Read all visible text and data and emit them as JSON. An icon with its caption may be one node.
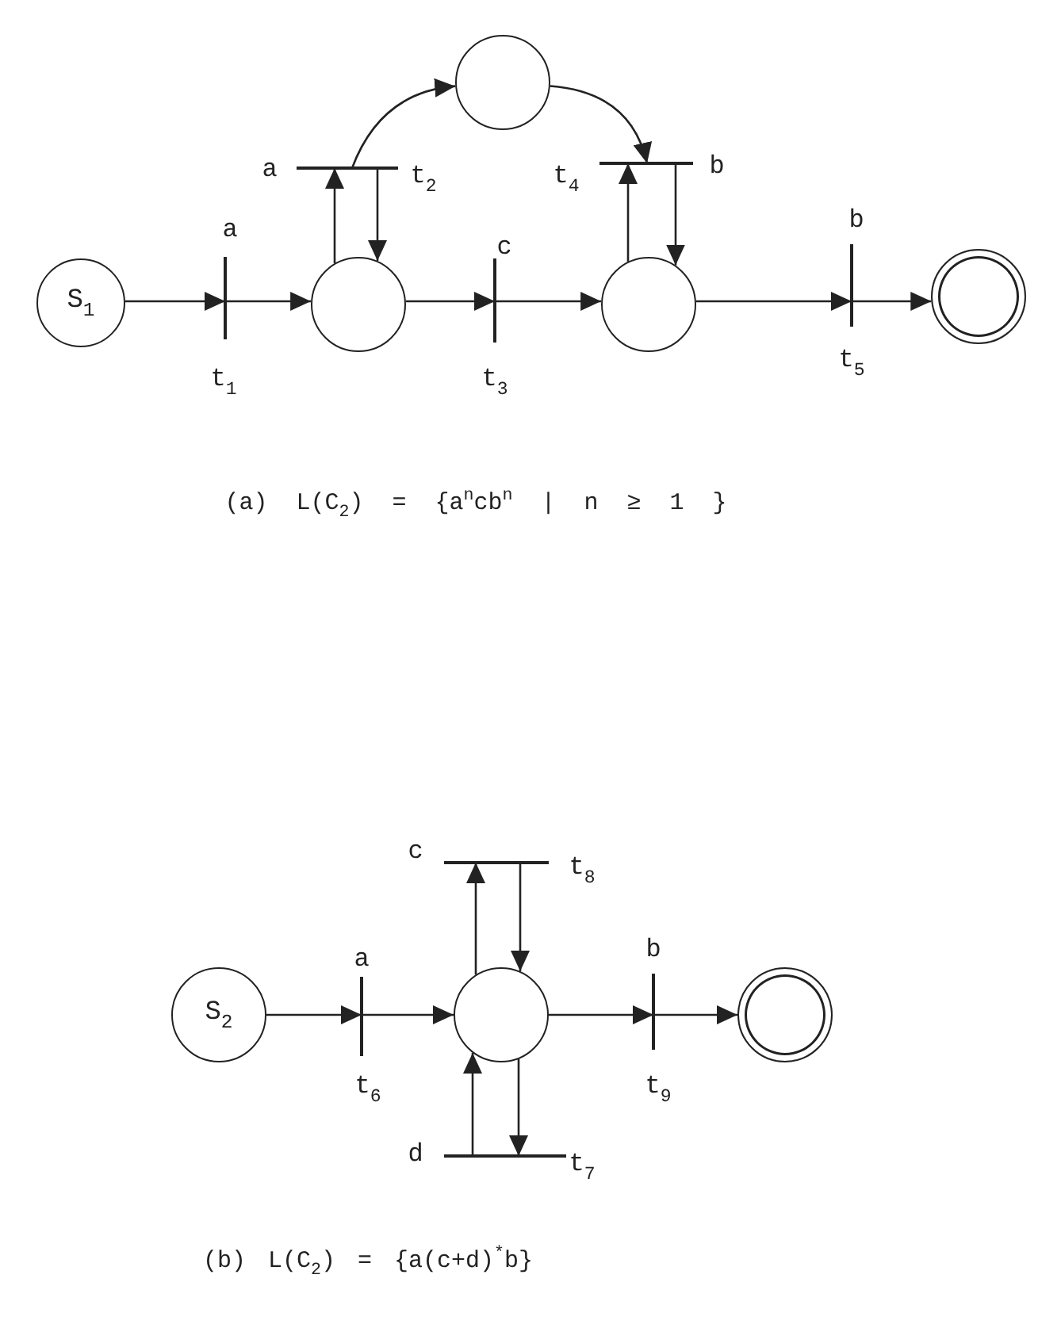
{
  "diagram": {
    "nodes": [
      {
        "text": [],
        "shape": "circle"
      },
      {
        "text": [],
        "shape": "bar",
        "beside": [
          "a",
          "t$_{2}$"
        ]
      },
      {
        "text": [],
        "shape": "bar",
        "beside": [
          "t$_{4}$",
          "b"
        ]
      },
      {
        "text": [
          "S$_{1}$"
        ]
      },
      {
        "text": [],
        "shape": "bar",
        "beside": [
          "a",
          "t$_{1}$"
        ]
      },
      {
        "text": [],
        "shape": "circle"
      },
      {
        "text": [],
        "shape": "bar",
        "beside": [
          "c",
          "t$_{3}$"
        ]
      },
      {
        "text": [],
        "shape": "circle"
      },
      {
        "text": [],
        "shape": "bar",
        "beside": [
          "b",
          "t$_{5}$"
        ]
      },
      {
        "text": [],
        "shape": "double-circle"
      },
      {
        "text": [],
        "shape": "bar",
        "beside": [
          "c",
          "t$_{8}$"
        ]
      },
      {
        "text": [
          "S$_{2}$"
        ]
      },
      {
        "text": [],
        "shape": "bar",
        "beside": [
          "a",
          "t$_{6}$"
        ]
      },
      {
        "text": [],
        "shape": "circle"
      },
      {
        "text": [],
        "shape": "bar",
        "beside": [
          "b",
          "t$_{9}$"
        ]
      },
      {
        "text": [],
        "shape": "double-circle"
      },
      {
        "text": [],
        "shape": "bar",
        "beside": [
          "d",
          "t$_{7}$"
        ]
      }
    ],
    "edges": [
      {
        "from": 3,
        "to": 4,
        "arrow": "to"
      },
      {
        "from": 4,
        "to": 5,
        "arrow": "to"
      },
      {
        "from": 5,
        "to": 1,
        "arrow": "to"
      },
      {
        "from": 1,
        "to": 5,
        "arrow": "to"
      },
      {
        "from": 1,
        "to": 0,
        "arrow": "to"
      },
      {
        "from": 0,
        "to": 2,
        "arrow": "to"
      },
      {
        "from": 7,
        "to": 2,
        "arrow": "to"
      },
      {
        "from": 2,
        "to": 7,
        "arrow": "to"
      },
      {
        "from": 5,
        "to": 6,
        "arrow": "to"
      },
      {
        "from": 6,
        "to": 7,
        "arrow": "to"
      },
      {
        "from": 7,
        "to": 8,
        "arrow": "to"
      },
      {
        "from": 8,
        "to": 9,
        "arrow": "to"
      },
      {
        "from": 11,
        "to": 12,
        "arrow": "to"
      },
      {
        "from": 12,
        "to": 13,
        "arrow": "to"
      },
      {
        "from": 13,
        "to": 10,
        "arrow": "to"
      },
      {
        "from": 10,
        "to": 13,
        "arrow": "to"
      },
      {
        "from": 16,
        "to": 13,
        "arrow": "to"
      },
      {
        "from": 13,
        "to": 16,
        "arrow": "to"
      },
      {
        "from": 13,
        "to": 14,
        "arrow": "to"
      },
      {
        "from": 14,
        "to": 15,
        "arrow": "to"
      }
    ],
    "labels": [
      "(a) L(C$_{2}$) = {a$^{n}$cb$^{n}$ | n ≥ 1 }",
      "(b) L(C$_{2}$) = {a(c+d)$^{*}$b}"
    ]
  }
}
